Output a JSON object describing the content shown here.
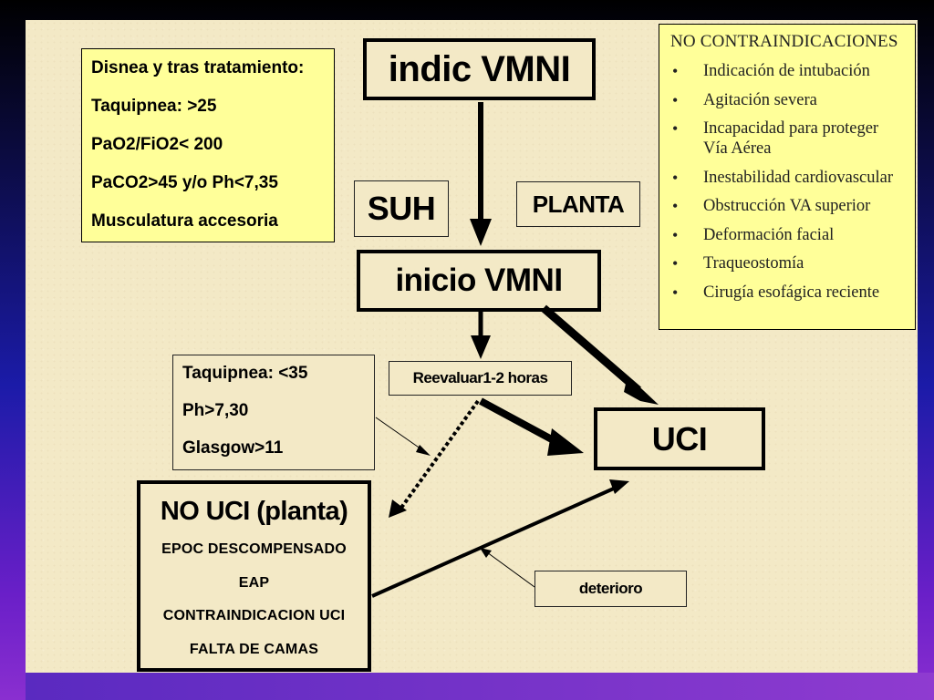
{
  "criteria_box": {
    "lines": [
      "Disnea y tras tratamiento:",
      "Taquipnea: >25",
      "PaO2/FiO2< 200",
      "PaCO2>45 y/o Ph<7,35",
      "Musculatura accesoria"
    ]
  },
  "indic_label": "indic VMNI",
  "suh_label": "SUH",
  "planta_label": "PLANTA",
  "inicio_label": "inicio VMNI",
  "contraindications": {
    "title": "NO CONTRAINDICACIONES",
    "items": [
      "Indicación de intubación",
      "Agitación severa",
      "Incapacidad para proteger Vía Aérea",
      "Inestabilidad cardiovascular",
      "Obstrucción VA superior",
      "Deformación facial",
      "Traqueostomía",
      "Cirugía esofágica reciente"
    ]
  },
  "reevaluar_label": "Reevaluar1-2 horas",
  "stability_box": {
    "lines": [
      "Taquipnea: <35",
      "Ph>7,30",
      "Glasgow>11"
    ]
  },
  "uci_label": "UCI",
  "no_uci_box": {
    "title": "NO UCI (planta)",
    "items": [
      "EPOC DESCOMPENSADO",
      "EAP",
      "CONTRAINDICACION UCI",
      "FALTA DE CAMAS"
    ]
  },
  "deterioro_label": "deterioro",
  "colors": {
    "slide_background": "#f3e9c6",
    "highlight_box": "#ffff99",
    "frame_gradient": [
      "#000000",
      "#1b1ba8",
      "#8a2fd0"
    ]
  }
}
